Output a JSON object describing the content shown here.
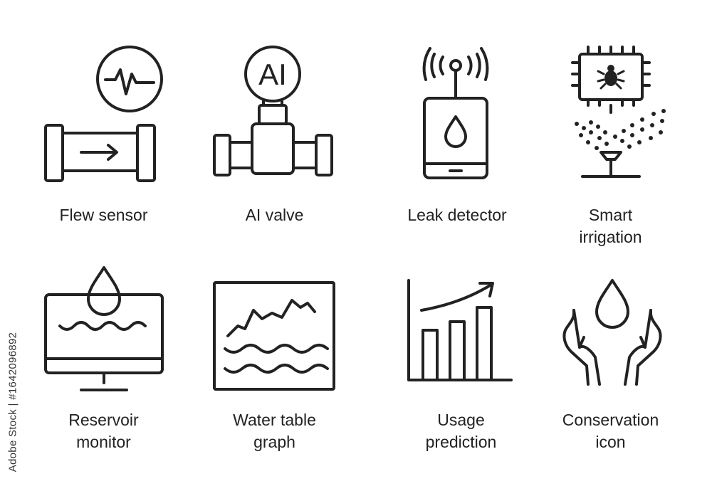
{
  "colors": {
    "ink": "#222222",
    "background": "#ffffff"
  },
  "stock_id": "Adobe Stock | #1642096892",
  "icons": [
    {
      "id": "flow-sensor",
      "icon": "flow-sensor-icon",
      "label": "Flew sensor"
    },
    {
      "id": "ai-valve",
      "icon": "ai-valve-icon",
      "label": "AI valve",
      "badge": "AI"
    },
    {
      "id": "leak-detector",
      "icon": "leak-detector-icon",
      "label": "Leak detector"
    },
    {
      "id": "smart-irrigation",
      "icon": "smart-irrigation-icon",
      "label_lines": [
        "Smart",
        "irrigation"
      ]
    },
    {
      "id": "reservoir-monitor",
      "icon": "reservoir-monitor-icon",
      "label_lines": [
        "Reservoir",
        "monitor"
      ]
    },
    {
      "id": "water-table-graph",
      "icon": "water-table-graph-icon",
      "label_lines": [
        "Water table",
        "graph"
      ]
    },
    {
      "id": "usage-prediction",
      "icon": "usage-prediction-icon",
      "label_lines": [
        "Usage",
        "prediction"
      ]
    },
    {
      "id": "conservation",
      "icon": "conservation-icon",
      "label_lines": [
        "Conservation",
        "icon"
      ]
    }
  ]
}
